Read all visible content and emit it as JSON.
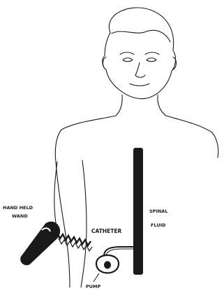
{
  "labels": {
    "wand_line1": "HAND HELD",
    "wand_line2": "WAND",
    "catheter": "CATHETER",
    "spinal_line1": "SPINAL",
    "spinal_line2": "FLUID",
    "pump": "PUMP"
  },
  "colors": {
    "ink": "#1a1a1a",
    "background": "#ffffff"
  }
}
